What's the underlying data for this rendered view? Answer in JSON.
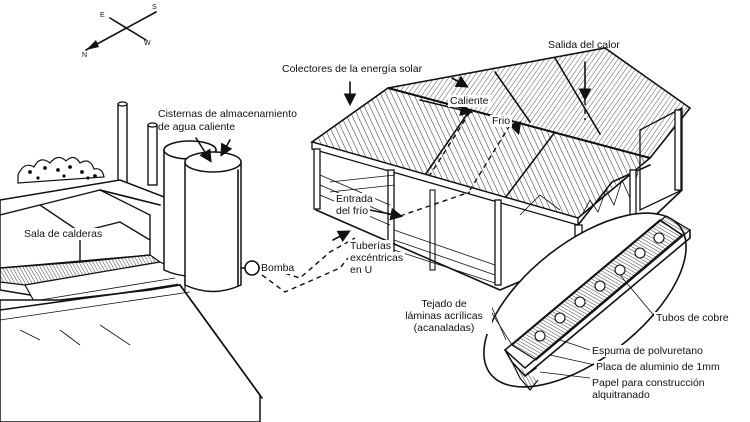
{
  "labels": {
    "collectors": "Colectores de la energía solar",
    "heat_outlet": "Salida del calor",
    "hot": "Caliente",
    "cold": "Frio",
    "tanks_line1": "Cisternas de almacenamiento",
    "tanks_line2": "de agua caliente",
    "cold_inlet_line1": "Entrada",
    "cold_inlet_line2": "del frío",
    "boiler_room": "Sala de calderas",
    "pipes_line1": "Tuberías",
    "pipes_line2": "excéntricas",
    "pipes_line3": "en U",
    "pump": "Bomba",
    "roof_line1": "Tejado de",
    "roof_line2": "láminas acrílicas",
    "roof_line3": "(acanaladas)",
    "copper_tubes": "Tubos de cobre",
    "foam": "Espuma de polvuretano",
    "aluminium": "Placa de aluminio de 1mm",
    "paper_line1": "Papel para construcción",
    "paper_line2": "alquitranado"
  },
  "compass": {
    "e": "E",
    "s": "S",
    "w": "W",
    "n": "N"
  },
  "colors": {
    "ink": "#111111",
    "paper": "#ffffff"
  }
}
